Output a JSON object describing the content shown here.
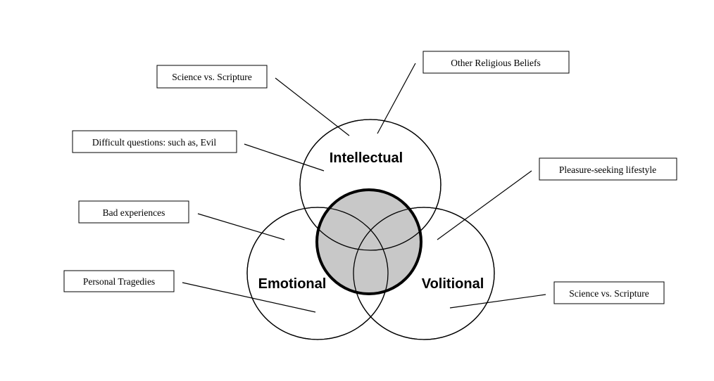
{
  "diagram": {
    "circles": {
      "intellectual": "Intellectual",
      "emotional": "Emotional",
      "volitional": "Volitional"
    },
    "boxes": {
      "science_vs_scripture_top": "Science vs. Scripture",
      "other_religious_beliefs": "Other Religious Beliefs",
      "difficult_questions": "Difficult questions: such as, Evil",
      "pleasure_seeking": "Pleasure-seeking lifestyle",
      "bad_experiences": "Bad experiences",
      "personal_tragedies": "Personal Tragedies",
      "science_vs_scripture_bottom": "Science vs. Scripture"
    },
    "colors": {
      "center_fill": "#c8c8c8",
      "stroke": "#000000"
    }
  }
}
